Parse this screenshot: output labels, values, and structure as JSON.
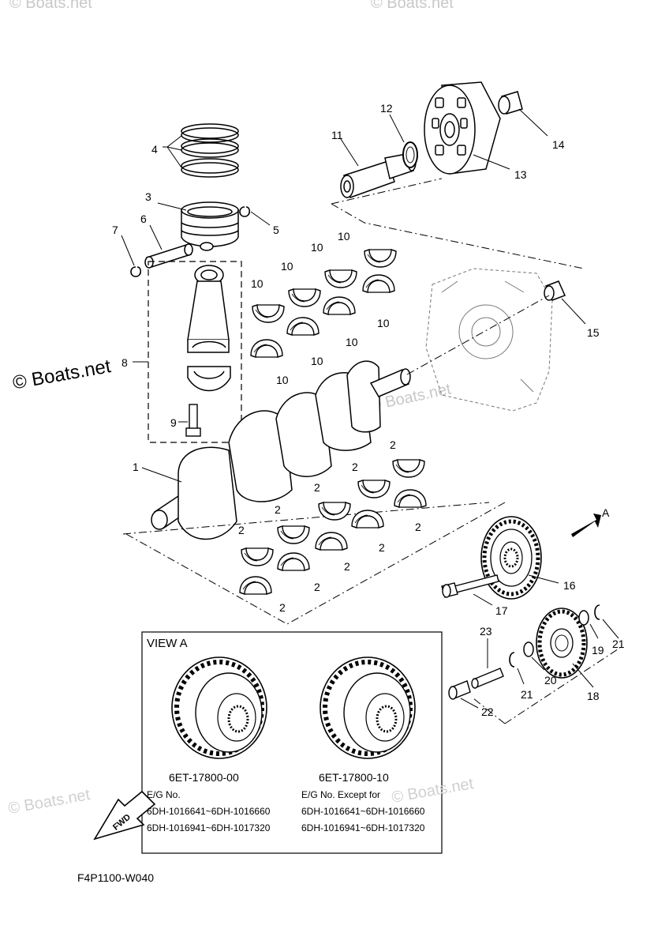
{
  "copyright": "© Boats.net",
  "watermarks": [
    "© Boats.net",
    "© Boats.net",
    "© Boats.net"
  ],
  "callouts": {
    "c1": "1",
    "c2": "2",
    "c3": "3",
    "c4": "4",
    "c5": "5",
    "c6": "6",
    "c7": "7",
    "c8": "8",
    "c9": "9",
    "c10": "10",
    "c11": "11",
    "c12": "12",
    "c13": "13",
    "c14": "14",
    "c15": "15",
    "c16": "16",
    "c17": "17",
    "c18": "18",
    "c19": "19",
    "c20": "20",
    "c21": "21",
    "c22": "22",
    "c23": "23"
  },
  "view_label": "A",
  "view_box": {
    "title": "VIEW A",
    "left": {
      "part_number": "6ET-17800-00",
      "eg_label": "E/G No.",
      "range1": "6DH-1016641~6DH-1016660",
      "range2": "6DH-1016941~6DH-1017320"
    },
    "right": {
      "part_number": "6ET-17800-10",
      "eg_label": "E/G No. Except for",
      "range1": "6DH-1016641~6DH-1016660",
      "range2": "6DH-1016941~6DH-1017320"
    }
  },
  "fwd_label": "FWD",
  "diagram_code": "F4P1100-W040"
}
